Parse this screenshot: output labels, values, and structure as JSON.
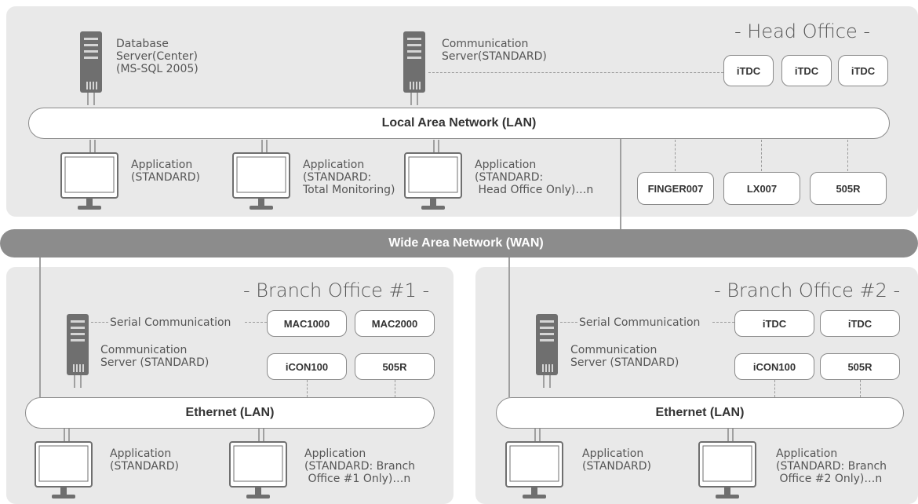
{
  "head_office": {
    "title": "- Head Office -",
    "db_server_label": "Database\nServer(Center)\n(MS-SQL 2005)",
    "comm_server_label": "Communication\nServer(STANDARD)",
    "lan_label": "Local Area Network (LAN)",
    "itdc_boxes": [
      "iTDC",
      "iTDC",
      "iTDC"
    ],
    "device_boxes": [
      "FINGER007",
      "LX007",
      "505R"
    ],
    "apps": [
      "Application\n(STANDARD)",
      "Application\n(STANDARD:\nTotal Monitoring)",
      "Application\n(STANDARD:\n Head Office Only)…n"
    ]
  },
  "wan_label": "Wide Area Network (WAN)",
  "branch1": {
    "title": "- Branch Office #1 -",
    "serial_label": "Serial Communication",
    "comm_server_label": "Communication\nServer (STANDARD)",
    "boxes_top": [
      "MAC1000",
      "MAC2000"
    ],
    "boxes_bottom": [
      "iCON100",
      "505R"
    ],
    "lan_label": "Ethernet (LAN)",
    "apps": [
      "Application\n(STANDARD)",
      "Application\n(STANDARD: Branch\n Office #1 Only)…n"
    ]
  },
  "branch2": {
    "title": "- Branch Office #2 -",
    "serial_label": "Serial Communication",
    "comm_server_label": "Communication\nServer (STANDARD)",
    "boxes_top": [
      "iTDC",
      "iTDC"
    ],
    "boxes_bottom": [
      "iCON100",
      "505R"
    ],
    "lan_label": "Ethernet (LAN)",
    "apps": [
      "Application\n(STANDARD)",
      "Application\n(STANDARD: Branch\n Office #2 Only)…n"
    ]
  },
  "colors": {
    "panel": "#e9e9e9",
    "wan": "#8c8c8c",
    "icon": "#6f6f6f"
  }
}
